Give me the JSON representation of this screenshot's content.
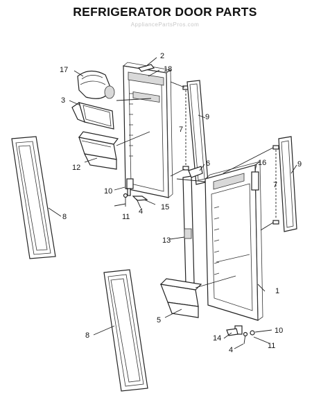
{
  "title": "REFRIGERATOR DOOR PARTS",
  "watermark": "AppliancePartsPros.com",
  "callouts": [
    "1",
    "2",
    "3",
    "4",
    "4",
    "5",
    "6",
    "7",
    "7",
    "8",
    "8",
    "9",
    "9",
    "10",
    "10",
    "11",
    "11",
    "12",
    "13",
    "14",
    "15",
    "16",
    "17",
    "18"
  ]
}
